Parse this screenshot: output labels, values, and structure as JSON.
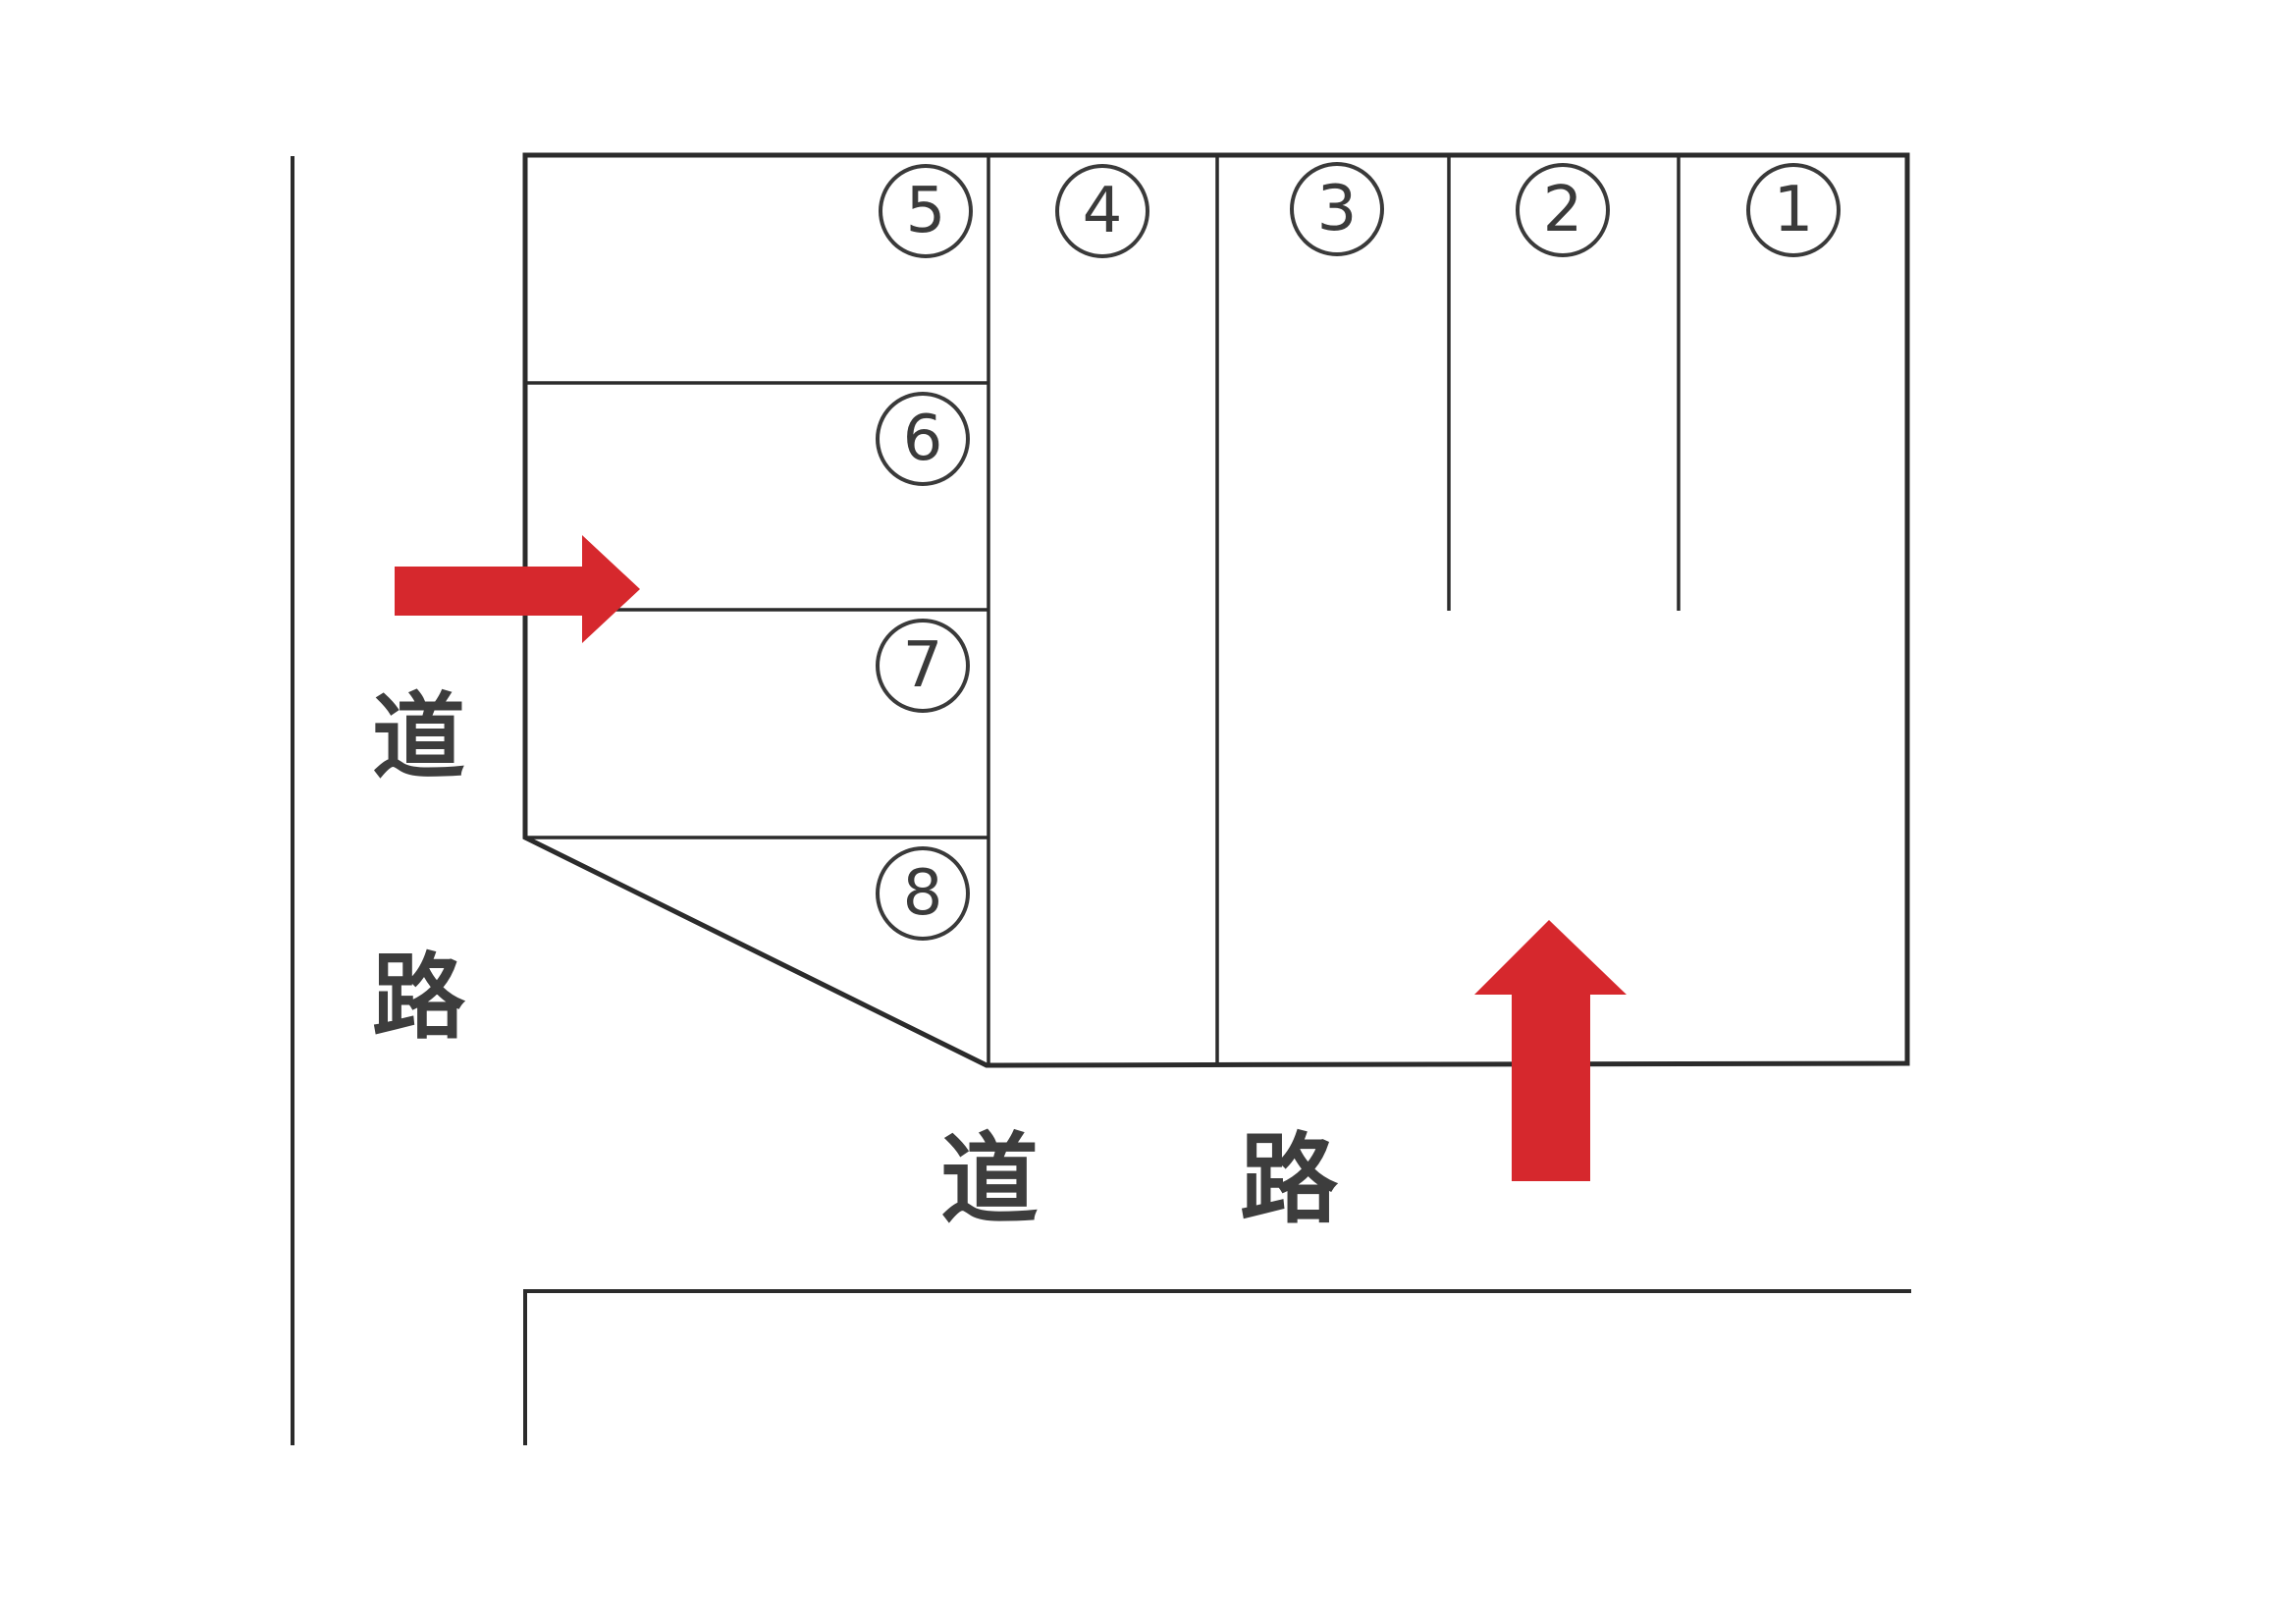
{
  "diagram": {
    "title": "parking-lot-layout",
    "spaces": [
      {
        "label": "1"
      },
      {
        "label": "2"
      },
      {
        "label": "3"
      },
      {
        "label": "4"
      },
      {
        "label": "5"
      },
      {
        "label": "6"
      },
      {
        "label": "7"
      },
      {
        "label": "8"
      }
    ],
    "roads": {
      "left": {
        "label": "道路"
      },
      "bottom": {
        "label": "道路"
      }
    },
    "arrows": {
      "left_entry": {
        "direction": "right"
      },
      "bottom_entry": {
        "direction": "up"
      }
    },
    "colors": {
      "arrow_red": "#d6282d",
      "line": "#2b2b2b"
    }
  }
}
